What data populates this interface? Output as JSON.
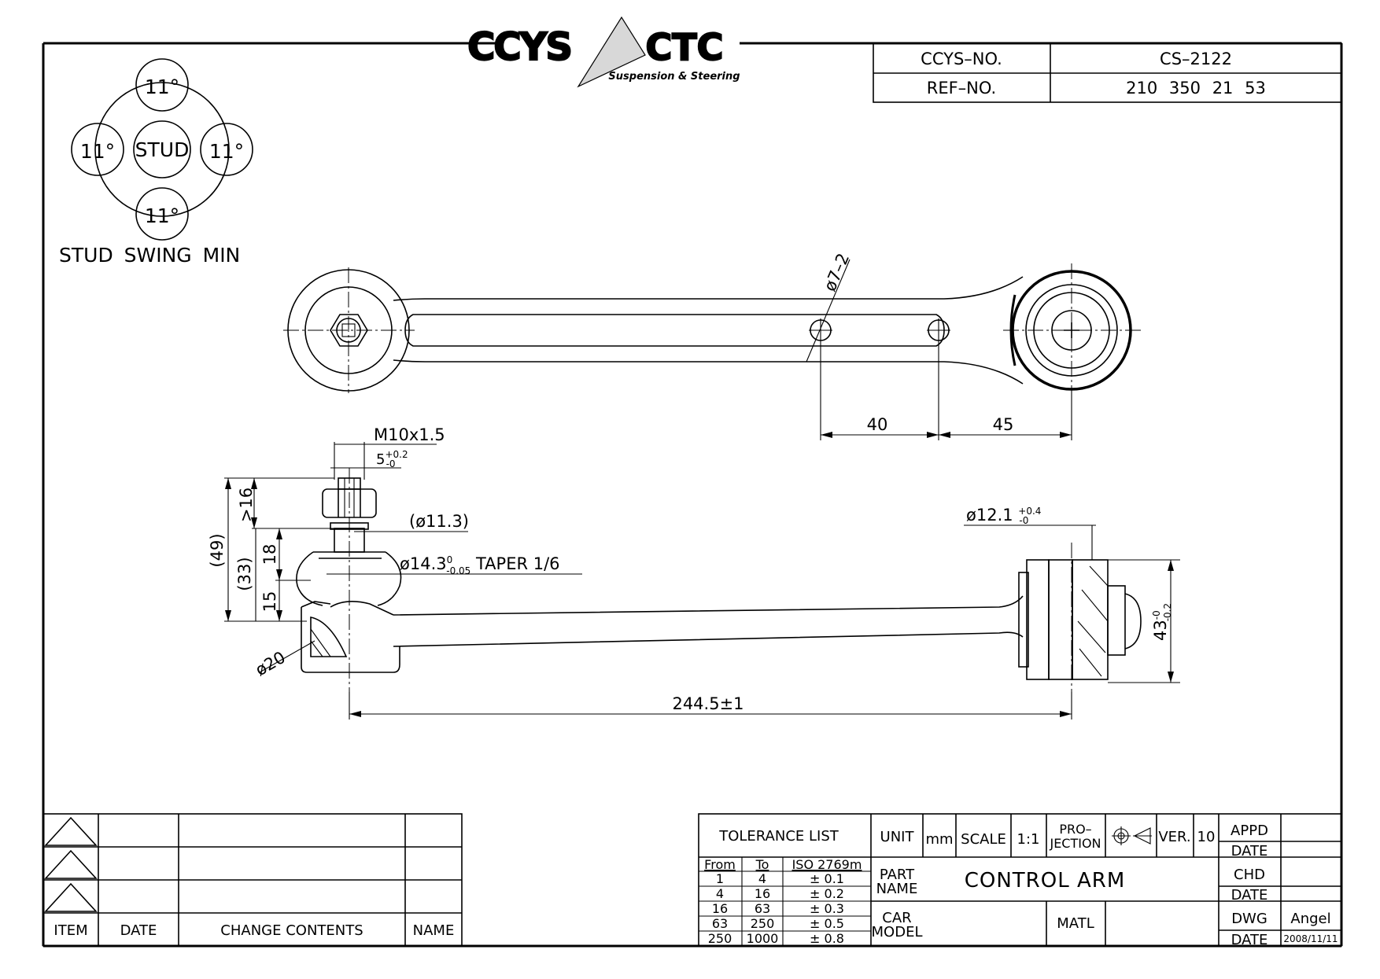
{
  "logo": {
    "brand_left": "CCYS",
    "brand_right": "CTC",
    "tagline": "Suspension & Steering"
  },
  "header_table": {
    "ccys_label": "CCYS–NO.",
    "ccys_value": "CS–2122",
    "ref_label": "REF–NO.",
    "ref_value": "210 350 21 53"
  },
  "stud_swing": {
    "center_label": "STUD",
    "angles": [
      "11°",
      "11°",
      "11°",
      "11°"
    ],
    "caption": "STUD SWING MIN"
  },
  "top_view": {
    "hole_callout": "ø7–2",
    "dim_40": "40",
    "dim_45": "45"
  },
  "side_view": {
    "thread": "M10x1.5",
    "tol_5": "5+0.2 / -0",
    "dim_ge16": ">16",
    "dim_49": "(49)",
    "dim_33": "(33)",
    "dim_18": "18",
    "dim_15": "15",
    "dia_11_3": "(ø11.3)",
    "taper": "ø14.3 -0 / -0.05 TAPER 1/6",
    "dia_20": "ø20",
    "dia_12_1": "ø12.1 +0.4 / -0",
    "dim_43": "43 -0 / -0.2",
    "length": "244.5±1"
  },
  "revision_table": {
    "columns": [
      "ITEM",
      "DATE",
      "CHANGE CONTENTS",
      "NAME"
    ]
  },
  "title_block": {
    "tolerance_title": "TOLERANCE LIST",
    "tol_headers": [
      "From",
      "To",
      "ISO 2769m"
    ],
    "tol_rows": [
      [
        "1",
        "4",
        "± 0.1"
      ],
      [
        "4",
        "16",
        "± 0.2"
      ],
      [
        "16",
        "63",
        "± 0.3"
      ],
      [
        "63",
        "250",
        "± 0.5"
      ],
      [
        "250",
        "1000",
        "± 0.8"
      ]
    ],
    "unit_label": "UNIT",
    "unit_value": "mm",
    "scale_label": "SCALE",
    "scale_value": "1:1",
    "projection_label_1": "PRO–",
    "projection_label_2": "JECTION",
    "ver_label": "VER.",
    "ver_value": "10",
    "part_name_label_1": "PART",
    "part_name_label_2": "NAME",
    "part_name_value": "CONTROL ARM",
    "car_model_label_1": "CAR",
    "car_model_label_2": "MODEL",
    "matl_label": "MATL",
    "appd_label": "APPD",
    "date_label": "DATE",
    "chd_label": "CHD",
    "dwg_label": "DWG",
    "dwg_value": "Angel",
    "dwg_date": "2008/11/11"
  }
}
